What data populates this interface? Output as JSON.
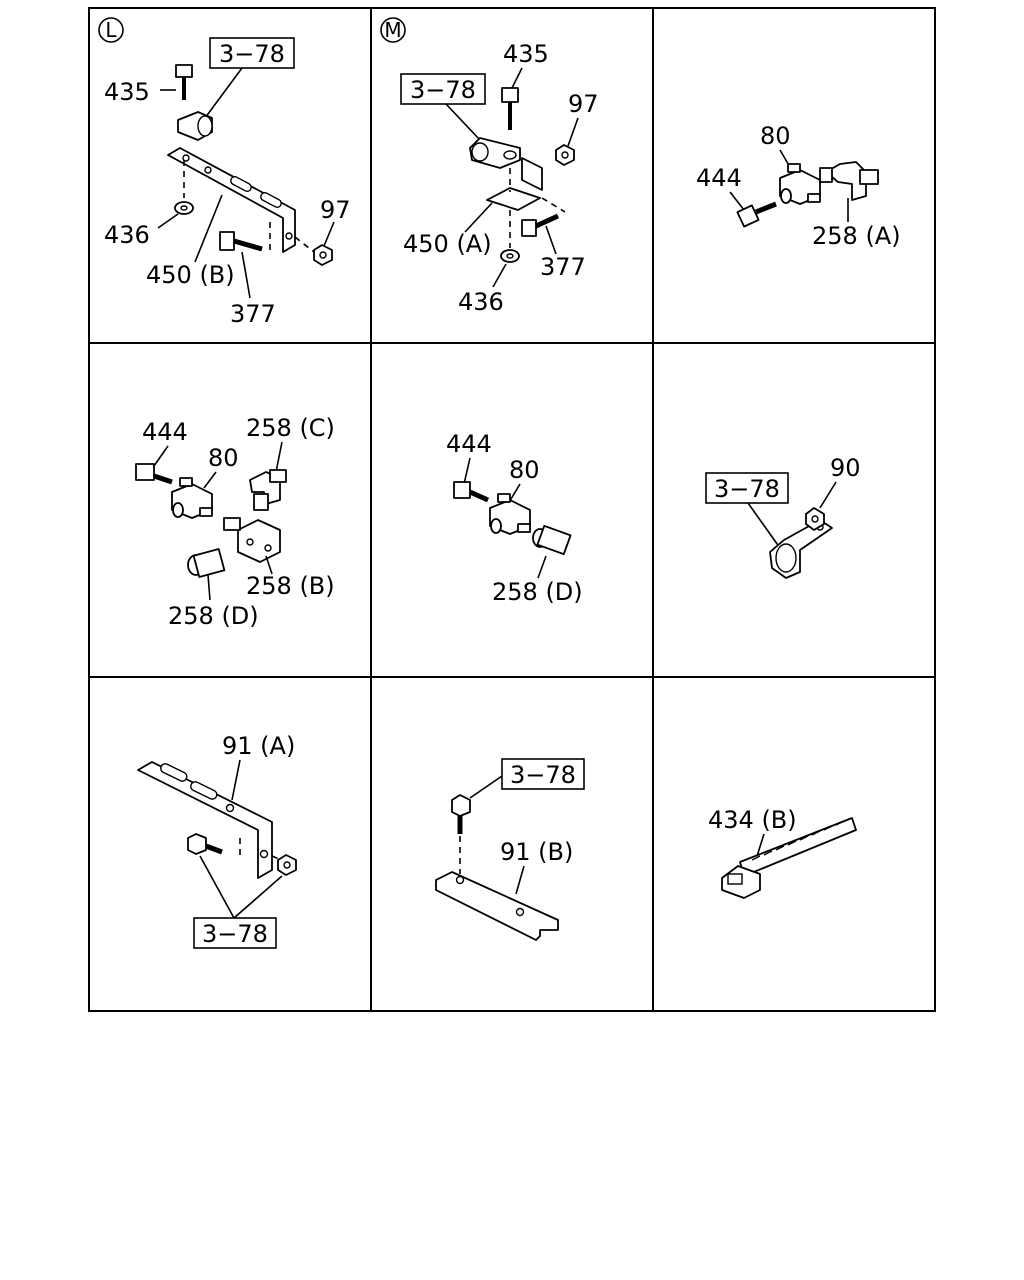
{
  "panels": [
    {
      "id": "L",
      "marker": "L",
      "labels": {
        "ref": "3−78",
        "bolt": "435",
        "nut_top": "97",
        "washer": "436",
        "bracket": "450 (B)",
        "screw": "377"
      }
    },
    {
      "id": "M",
      "marker": "M",
      "labels": {
        "ref": "3−78",
        "bolt": "435",
        "nut_top": "97",
        "washer": "436",
        "bracket": "450 (A)",
        "screw": "377"
      }
    },
    {
      "id": "tee-a",
      "labels": {
        "tee": "80",
        "bolt": "444",
        "elbow": "258 (A)"
      }
    },
    {
      "id": "tee-bcd",
      "labels": {
        "bolt": "444",
        "tee": "80",
        "elbow": "258 (C)",
        "block": "258 (B)",
        "adapter": "258 (D)"
      }
    },
    {
      "id": "tee-d",
      "labels": {
        "bolt": "444",
        "tee": "80",
        "adapter": "258 (D)"
      }
    },
    {
      "id": "clip",
      "labels": {
        "ref": "3−78",
        "nut": "90"
      }
    },
    {
      "id": "bracket-91a",
      "labels": {
        "bracket": "91 (A)",
        "ref": "3−78"
      }
    },
    {
      "id": "bracket-91b",
      "labels": {
        "ref": "3−78",
        "bracket": "91 (B)"
      }
    },
    {
      "id": "tie",
      "labels": {
        "tie": "434 (B)"
      }
    }
  ]
}
